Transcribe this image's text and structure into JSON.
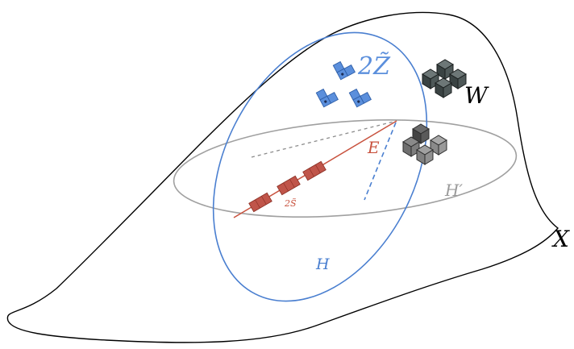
{
  "labels": {
    "two_z_tilde": "2Z̃",
    "w": "W",
    "e": "E",
    "two_s_tilde": "2S̃",
    "h_prime": "H′",
    "h": "H",
    "x": "X"
  },
  "colors": {
    "outline": "#000000",
    "h_curve": "#4a7fd0",
    "h_prime_curve": "#a0a0a0",
    "e_line": "#c8523e",
    "dashed": "#8c8c8c",
    "blue_blocks": "#5b8fdc",
    "dark_cubes": "#495555",
    "gray_cubes": "#8a8a8a",
    "red_blocks": "#c0554a"
  }
}
